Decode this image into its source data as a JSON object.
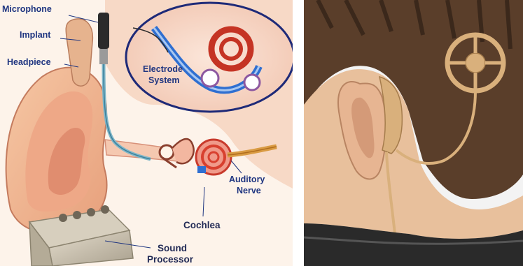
{
  "figure": {
    "left_panel": {
      "labels": {
        "microphone": "Microphone",
        "implant": "Implant",
        "headpiece": "Headpiece",
        "electrode_line1": "Electrode",
        "electrode_line2": "System",
        "auditory_line1": "Auditory",
        "auditory_line2": "Nerve",
        "cochlea": "Cochlea",
        "sound_line1": "Sound",
        "sound_line2": "Processor"
      },
      "colors": {
        "label_text": "#1f3580",
        "skin": "#f0b08e",
        "inner_ear": "#f6d8c4",
        "cochlea": "#e84b3a",
        "electrode": "#2f6fd1",
        "processor": "#cfc4b0"
      }
    },
    "right_panel": {
      "colors": {
        "hair": "#5a3e2a",
        "skin": "#e8c09c",
        "device": "#d9b07c",
        "jacket": "#2a2a2a",
        "background": "#f3f3f3"
      }
    }
  }
}
